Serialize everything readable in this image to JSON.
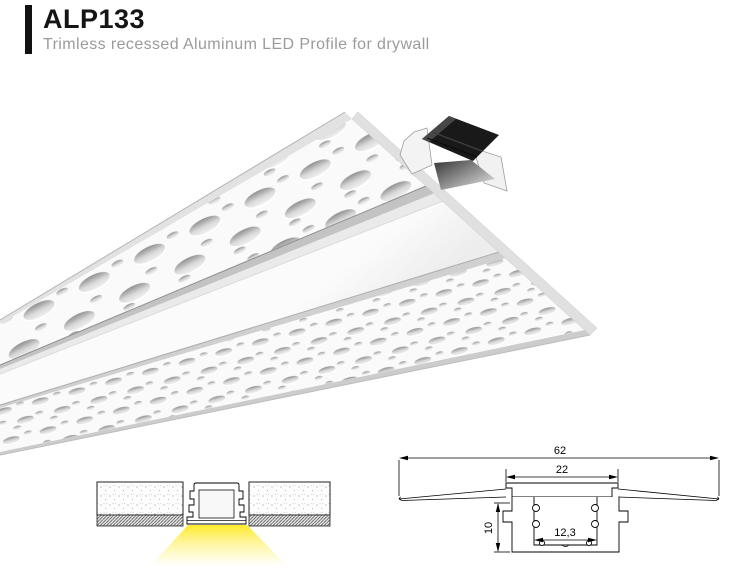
{
  "header": {
    "model": "ALP133",
    "subtitle": "Trimless recessed Aluminum LED Profile for drywall"
  },
  "colors": {
    "accent_bar": "#121212",
    "subtitle_gray": "#9b9b9b",
    "aluminum_white": "#fafafa",
    "insert_black": "#191919",
    "light_beam_yellow": "#ffe81e"
  },
  "product_render": {
    "description": "perforated plaster-in aluminum LED profile with black end insert"
  },
  "installation_diagram": {
    "description": "profile recessed between drywall boards, light emitting downwards",
    "light_color": "#ffe81e"
  },
  "dimension_drawing": {
    "units": "mm",
    "dims": {
      "overall_width": "62",
      "slot_width": "22",
      "depth": "10",
      "inner_width": "12,3"
    }
  }
}
